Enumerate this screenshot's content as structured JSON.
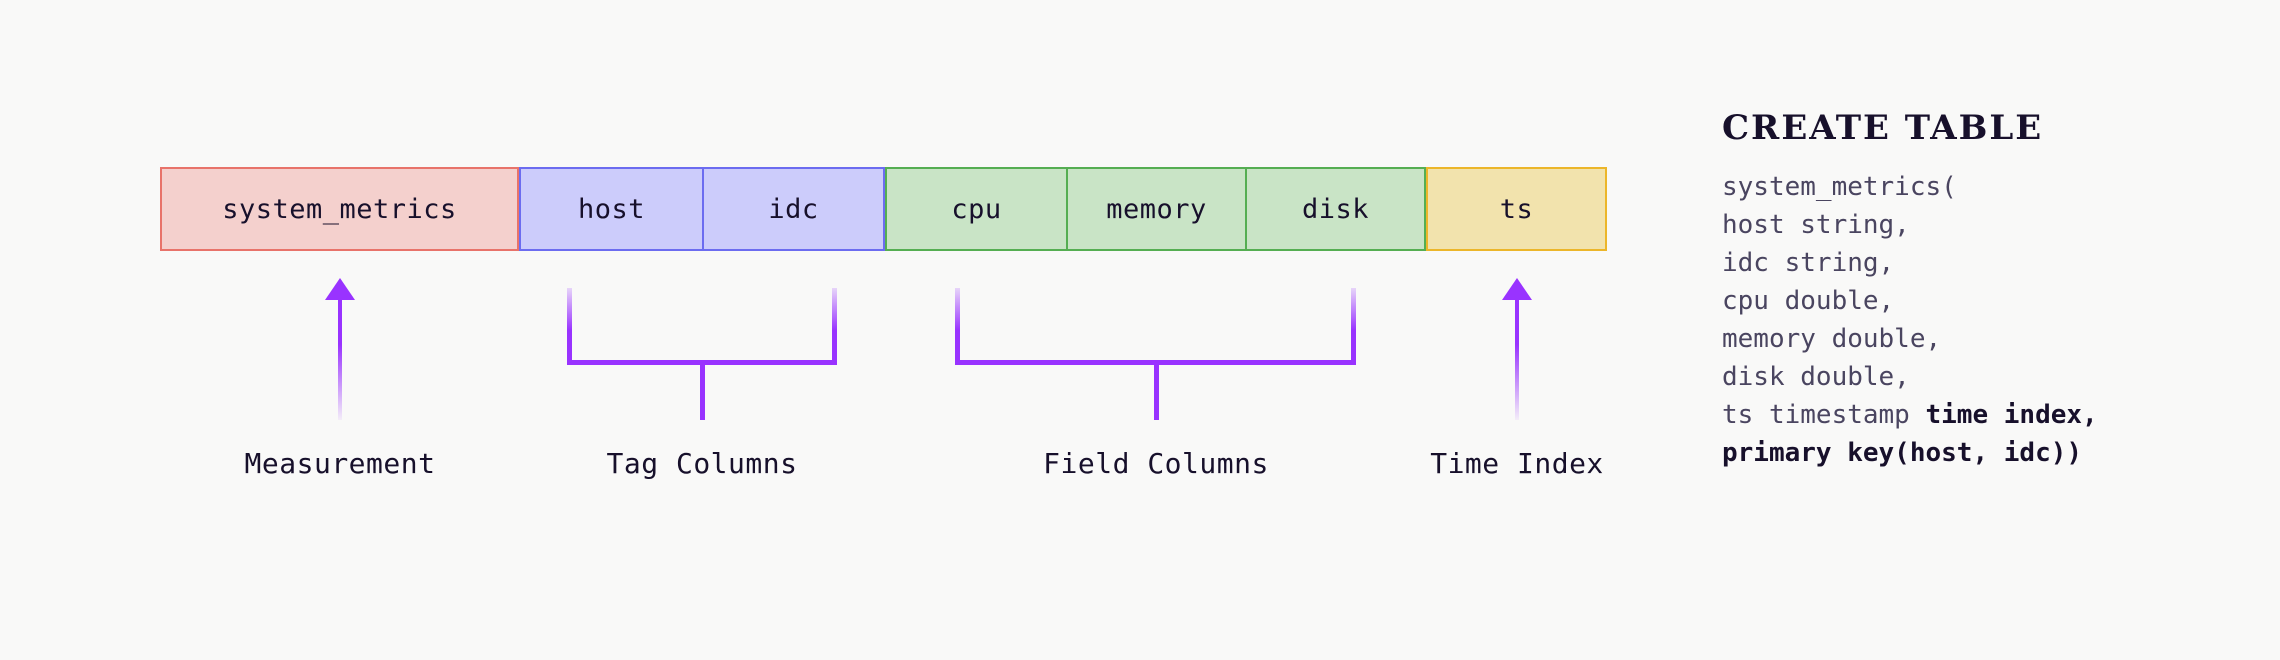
{
  "theme": {
    "background": "#f9f9f8",
    "text": "#17102b",
    "connector": "#9933ff",
    "measurement_fill": "#f4d0cd",
    "measurement_border": "#e8736a",
    "tag_fill": "#ccccfb",
    "tag_border": "#6c6cf0",
    "field_fill": "#c9e4c6",
    "field_border": "#55ae52",
    "time_fill": "#f2e3ad",
    "time_border": "#ecb62a",
    "sql_body_text": "#4a4560"
  },
  "schema": {
    "groups": [
      {
        "kind": "measurement",
        "caption": "Measurement",
        "connector": "arrow",
        "cells": [
          {
            "label": "system_metrics"
          }
        ]
      },
      {
        "kind": "tag",
        "caption": "Tag Columns",
        "connector": "bracket",
        "cells": [
          {
            "label": "host"
          },
          {
            "label": "idc"
          }
        ]
      },
      {
        "kind": "field",
        "caption": "Field Columns",
        "connector": "bracket",
        "cells": [
          {
            "label": "cpu"
          },
          {
            "label": "memory"
          },
          {
            "label": "disk"
          }
        ]
      },
      {
        "kind": "time",
        "caption": "Time Index",
        "connector": "arrow",
        "cells": [
          {
            "label": "ts"
          }
        ]
      }
    ]
  },
  "sql": {
    "title": "CREATE TABLE",
    "lines": [
      [
        {
          "text": "system_metrics(",
          "bold": false
        }
      ],
      [
        {
          "text": "host string,",
          "bold": false
        }
      ],
      [
        {
          "text": "idc string,",
          "bold": false
        }
      ],
      [
        {
          "text": "cpu double,",
          "bold": false
        }
      ],
      [
        {
          "text": "memory double,",
          "bold": false
        }
      ],
      [
        {
          "text": "disk double,",
          "bold": false
        }
      ],
      [
        {
          "text": "ts timestamp ",
          "bold": false
        },
        {
          "text": "time index,",
          "bold": true
        }
      ],
      [
        {
          "text": "primary key(host, idc))",
          "bold": true
        }
      ]
    ]
  }
}
